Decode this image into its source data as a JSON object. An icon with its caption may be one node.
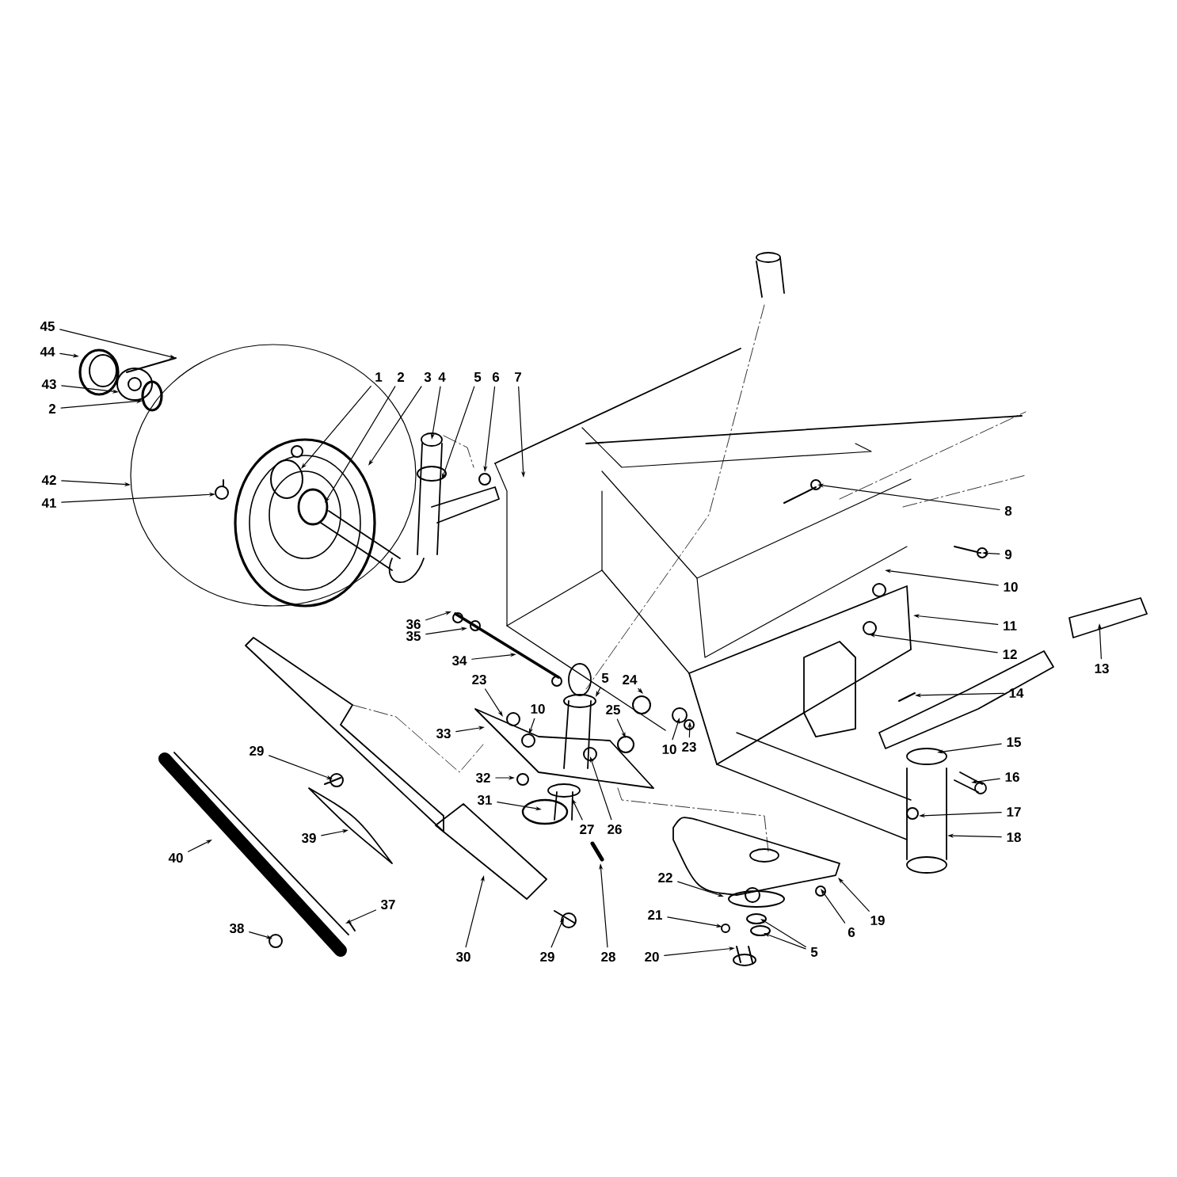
{
  "diagram": {
    "nodes": [
      {
        "text": [
          "45"
        ]
      },
      {
        "text": [
          "44"
        ]
      },
      {
        "text": [
          "43"
        ]
      },
      {
        "text": [
          "2"
        ]
      },
      {
        "text": [
          "42"
        ]
      },
      {
        "text": [
          "41"
        ]
      },
      {
        "text": [
          "1"
        ]
      },
      {
        "text": [
          "2"
        ]
      },
      {
        "text": [
          "3"
        ]
      },
      {
        "text": [
          "4"
        ]
      },
      {
        "text": [
          "5"
        ]
      },
      {
        "text": [
          "6"
        ]
      },
      {
        "text": [
          "7"
        ]
      },
      {
        "text": [
          "8"
        ]
      },
      {
        "text": [
          "9"
        ]
      },
      {
        "text": [
          "10"
        ]
      },
      {
        "text": [
          "11"
        ]
      },
      {
        "text": [
          "12"
        ]
      },
      {
        "text": [
          "13"
        ]
      },
      {
        "text": [
          "14"
        ]
      },
      {
        "text": [
          "15"
        ]
      },
      {
        "text": [
          "16"
        ]
      },
      {
        "text": [
          "17"
        ]
      },
      {
        "text": [
          "18"
        ]
      },
      {
        "text": [
          "36"
        ]
      },
      {
        "text": [
          "35"
        ]
      },
      {
        "text": [
          "34"
        ]
      },
      {
        "text": [
          "23"
        ]
      },
      {
        "text": [
          "5"
        ]
      },
      {
        "text": [
          "24"
        ]
      },
      {
        "text": [
          "25"
        ]
      },
      {
        "text": [
          "33"
        ]
      },
      {
        "text": [
          "10"
        ]
      },
      {
        "text": [
          "10"
        ]
      },
      {
        "text": [
          "23"
        ]
      },
      {
        "text": [
          "29"
        ]
      },
      {
        "text": [
          "32"
        ]
      },
      {
        "text": [
          "31"
        ]
      },
      {
        "text": [
          "27"
        ]
      },
      {
        "text": [
          "26"
        ]
      },
      {
        "text": [
          "39"
        ]
      },
      {
        "text": [
          "40"
        ]
      },
      {
        "text": [
          "37"
        ]
      },
      {
        "text": [
          "38"
        ]
      },
      {
        "text": [
          "30"
        ]
      },
      {
        "text": [
          "29"
        ]
      },
      {
        "text": [
          "28"
        ]
      },
      {
        "text": [
          "22"
        ]
      },
      {
        "text": [
          "21"
        ]
      },
      {
        "text": [
          "20"
        ]
      },
      {
        "text": [
          "5"
        ]
      },
      {
        "text": [
          "6"
        ]
      },
      {
        "text": [
          "19"
        ]
      }
    ],
    "edges": [
      {
        "from": 0,
        "to": null,
        "arrow": "to"
      },
      {
        "from": 1,
        "to": null,
        "arrow": "to"
      },
      {
        "from": 2,
        "to": null,
        "arrow": "to"
      },
      {
        "from": 3,
        "to": null,
        "arrow": "to"
      },
      {
        "from": 4,
        "to": null,
        "arrow": "to"
      },
      {
        "from": 5,
        "to": null,
        "arrow": "to"
      },
      {
        "from": 6,
        "to": null,
        "arrow": "to"
      },
      {
        "from": 7,
        "to": null,
        "arrow": "to"
      },
      {
        "from": 8,
        "to": null,
        "arrow": "to"
      },
      {
        "from": 9,
        "to": null,
        "arrow": "to"
      },
      {
        "from": 10,
        "to": null,
        "arrow": "to"
      },
      {
        "from": 11,
        "to": null,
        "arrow": "to"
      },
      {
        "from": 12,
        "to": null,
        "arrow": "to"
      },
      {
        "from": 13,
        "to": null,
        "arrow": "to"
      },
      {
        "from": 14,
        "to": null,
        "arrow": "to"
      },
      {
        "from": 15,
        "to": null,
        "arrow": "to"
      },
      {
        "from": 16,
        "to": null,
        "arrow": "to"
      },
      {
        "from": 17,
        "to": null,
        "arrow": "to"
      },
      {
        "from": 18,
        "to": null,
        "arrow": "to"
      },
      {
        "from": 19,
        "to": null,
        "arrow": "to"
      },
      {
        "from": 20,
        "to": null,
        "arrow": "to"
      },
      {
        "from": 21,
        "to": null,
        "arrow": "to"
      },
      {
        "from": 22,
        "to": null,
        "arrow": "to"
      },
      {
        "from": 23,
        "to": null,
        "arrow": "to"
      },
      {
        "from": 24,
        "to": null,
        "arrow": "to"
      },
      {
        "from": 25,
        "to": null,
        "arrow": "to"
      },
      {
        "from": 26,
        "to": null,
        "arrow": "to"
      },
      {
        "from": 27,
        "to": null,
        "arrow": "to"
      },
      {
        "from": 28,
        "to": null,
        "arrow": "to"
      },
      {
        "from": 29,
        "to": null,
        "arrow": "to"
      },
      {
        "from": 30,
        "to": null,
        "arrow": "to"
      },
      {
        "from": 31,
        "to": null,
        "arrow": "to"
      },
      {
        "from": 32,
        "to": null,
        "arrow": "to"
      },
      {
        "from": 33,
        "to": null,
        "arrow": "to"
      },
      {
        "from": 34,
        "to": null,
        "arrow": "to"
      },
      {
        "from": 35,
        "to": null,
        "arrow": "to"
      },
      {
        "from": 36,
        "to": null,
        "arrow": "to"
      },
      {
        "from": 37,
        "to": null,
        "arrow": "to"
      },
      {
        "from": 38,
        "to": null,
        "arrow": "to"
      },
      {
        "from": 39,
        "to": null,
        "arrow": "to"
      },
      {
        "from": 40,
        "to": null,
        "arrow": "to"
      },
      {
        "from": 41,
        "to": null,
        "arrow": "to"
      },
      {
        "from": 42,
        "to": null,
        "arrow": "to"
      },
      {
        "from": 43,
        "to": null,
        "arrow": "to"
      },
      {
        "from": 44,
        "to": null,
        "arrow": "to"
      },
      {
        "from": 45,
        "to": null,
        "arrow": "to"
      },
      {
        "from": 46,
        "to": null,
        "arrow": "to"
      },
      {
        "from": 47,
        "to": null,
        "arrow": "to"
      },
      {
        "from": 48,
        "to": null,
        "arrow": "to"
      },
      {
        "from": 49,
        "to": null,
        "arrow": "to"
      },
      {
        "from": 50,
        "to": null,
        "arrow": "to"
      },
      {
        "from": 50,
        "to": null,
        "arrow": "to"
      },
      {
        "from": 51,
        "to": null,
        "arrow": "to"
      },
      {
        "from": 52,
        "to": null,
        "arrow": "to"
      }
    ]
  }
}
